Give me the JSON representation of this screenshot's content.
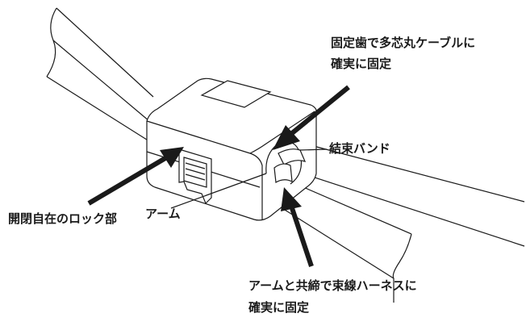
{
  "labels": {
    "fixed_teeth_line1": "固定歯で多芯丸ケーブルに",
    "fixed_teeth_line2": "確実に固定",
    "cable_tie": "結束バンド",
    "lock": "開閉自在のロック部",
    "arm": "アーム",
    "harness_line1": "アームと共締で束線ハーネスに",
    "harness_line2": "確実に固定"
  },
  "colors": {
    "line": "#1a1a1a",
    "background": "#ffffff"
  }
}
